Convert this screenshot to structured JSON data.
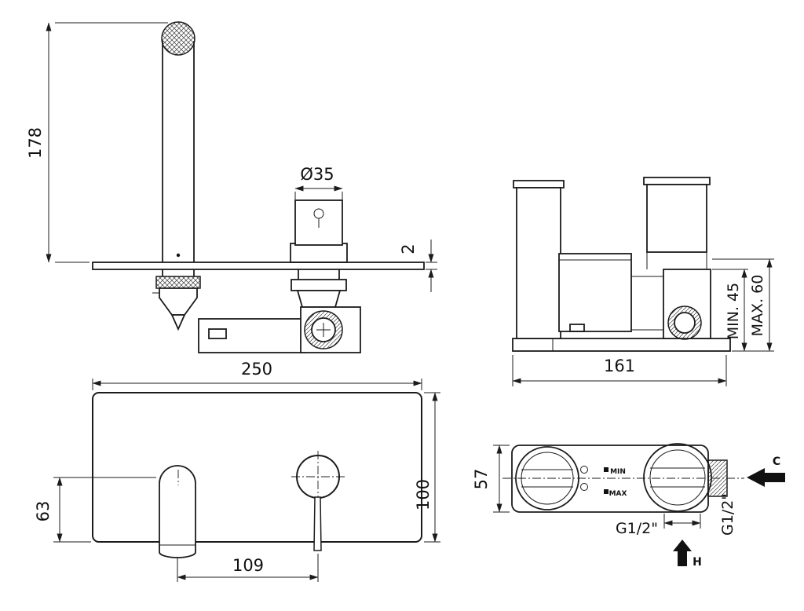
{
  "drawing": {
    "background": "#ffffff",
    "line_color": "#1b1b1b",
    "views": {
      "faucet_side": {
        "spout_height": "178",
        "handle_diameter": "Ø35",
        "plate_thickness": "2"
      },
      "body_side": {
        "body_width": "161",
        "min_depth": "MIN. 45",
        "max_depth": "MAX. 60"
      },
      "plate_front": {
        "plate_width": "250",
        "plate_height": "100",
        "spout_drop": "63",
        "center_distance": "109"
      },
      "body_top": {
        "body_depth": "57",
        "min_label": "MIN",
        "max_label": "MAX",
        "outlet_thread_bottom": "G1/2\"",
        "outlet_thread_side": "G1/2\"",
        "cold_inlet": "C",
        "hot_inlet": "H"
      }
    }
  }
}
